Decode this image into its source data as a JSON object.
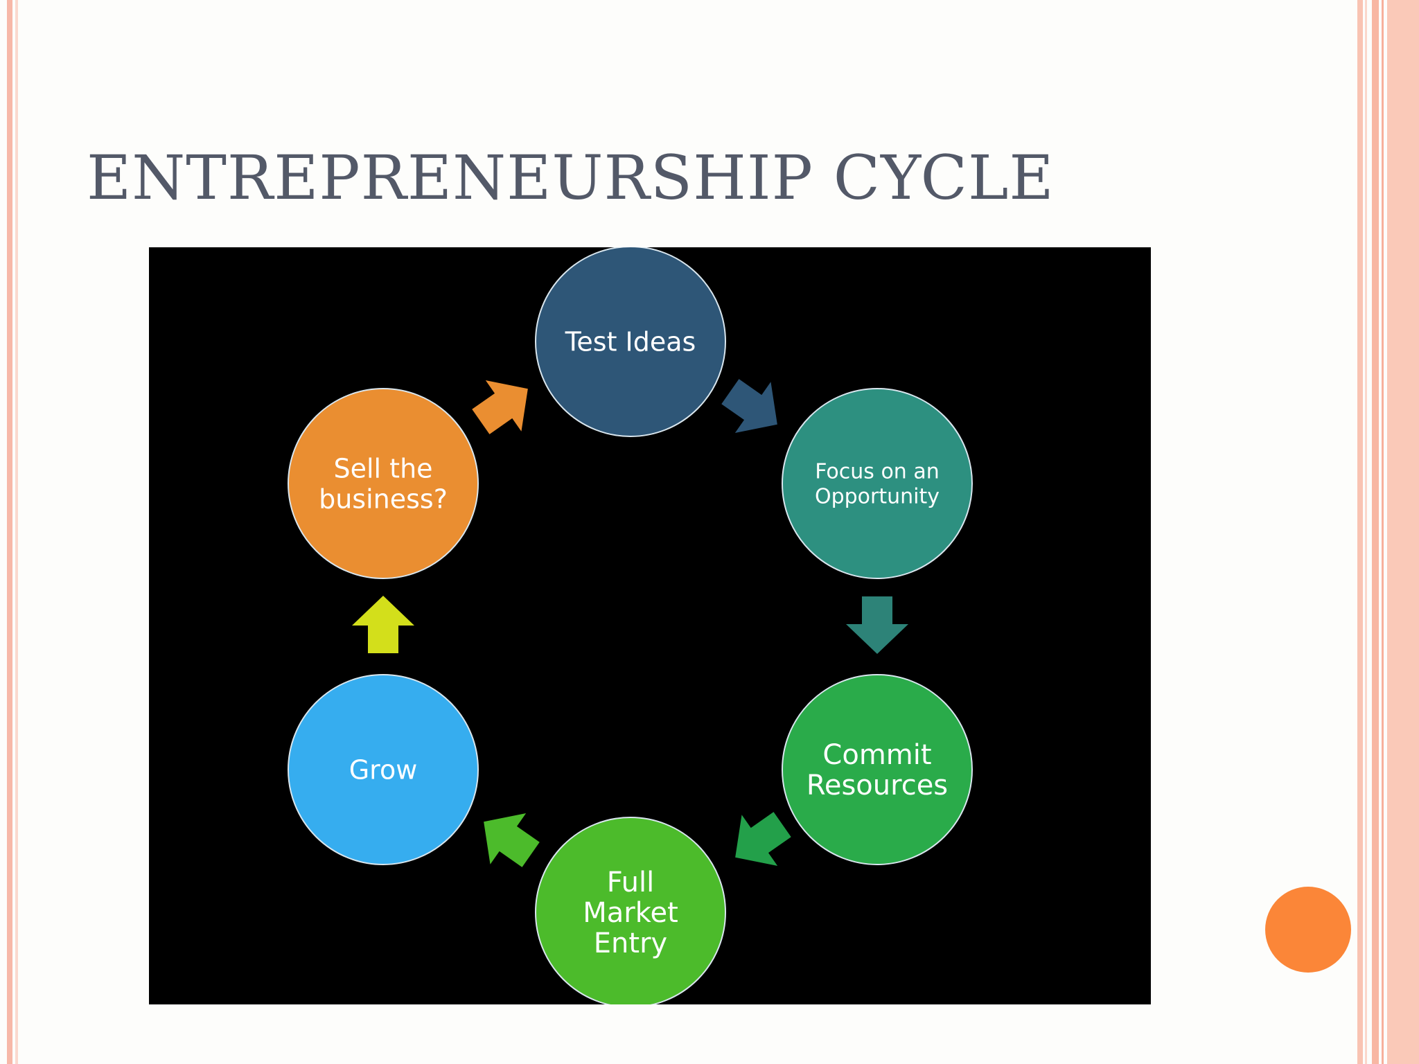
{
  "slide": {
    "title": "ENTREPRENEURSHIP CYCLE"
  },
  "diagram": {
    "nodes": [
      {
        "id": "test-ideas",
        "lines": [
          "Test Ideas"
        ],
        "color": "#2e5677"
      },
      {
        "id": "focus-opportunity",
        "lines": [
          "Focus on an",
          "Opportunity"
        ],
        "color": "#2d9080"
      },
      {
        "id": "commit-resources",
        "lines": [
          "Commit",
          "Resources"
        ],
        "color": "#2aab4a"
      },
      {
        "id": "full-market-entry",
        "lines": [
          "Full",
          "Market",
          "Entry"
        ],
        "color": "#4cbb2b"
      },
      {
        "id": "grow",
        "lines": [
          "Grow"
        ],
        "color": "#36adef"
      },
      {
        "id": "sell-business",
        "lines": [
          "Sell the",
          "business?"
        ],
        "color": "#ea8e31"
      }
    ],
    "arrow_colors": [
      "#2e5677",
      "#2d8378",
      "#23a04a",
      "#4cbb2b",
      "#d3df1b",
      "#ea8e31"
    ]
  },
  "colors": {
    "slide_background": "#fdfdfb",
    "diagram_background": "#000000",
    "title": "#535968",
    "accent_dot": "#fb8638",
    "frame_border": "#f7b8a8"
  }
}
